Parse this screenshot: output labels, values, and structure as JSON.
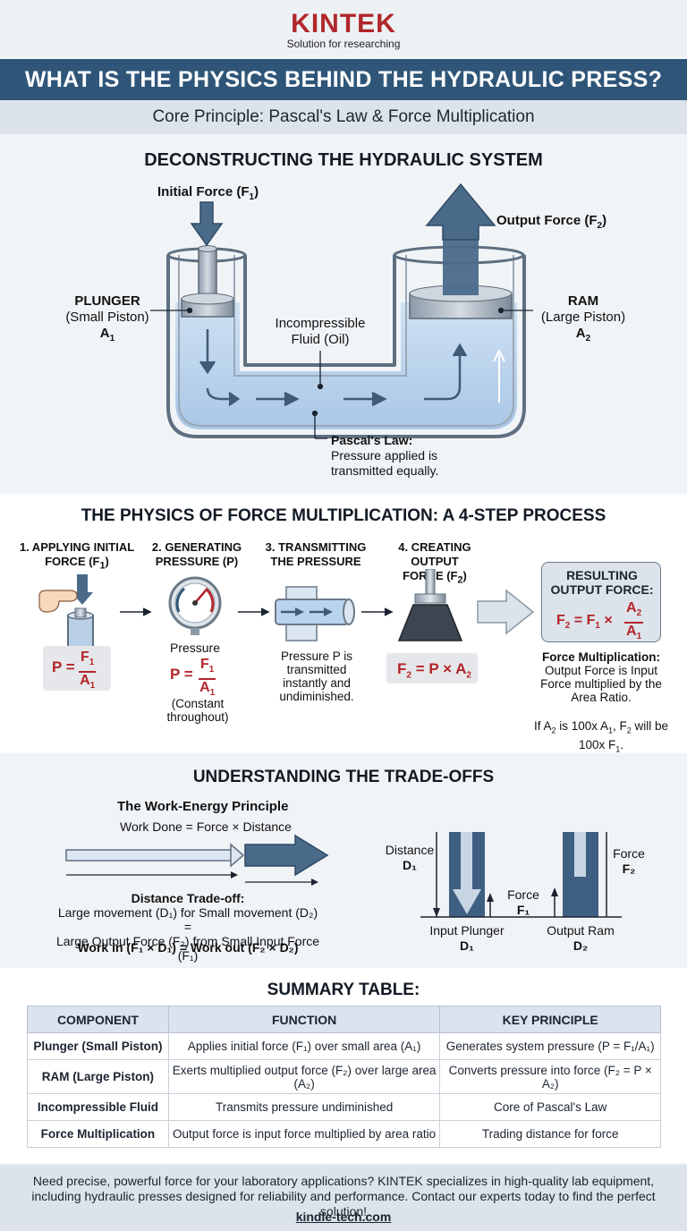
{
  "brand": {
    "logo": "KINTEK",
    "tagline": "Solution for researching"
  },
  "title": "WHAT IS THE PHYSICS BEHIND THE HYDRAULIC PRESS?",
  "subtitle": "Core Principle: Pascal's Law & Force Multiplication",
  "system": {
    "heading": "DECONSTRUCTING THE HYDRAULIC SYSTEM",
    "initial_force": "Initial Force (F",
    "initial_force_sub": "1",
    "output_force": "Output Force (F",
    "output_force_sub": "2",
    "plunger": "PLUNGER",
    "plunger_desc": "(Small Piston)",
    "plunger_area": "A",
    "plunger_area_sub": "1",
    "ram": "RAM",
    "ram_desc": "(Large Piston)",
    "ram_area": "A",
    "ram_area_sub": "2",
    "fluid_line1": "Incompressible",
    "fluid_line2": "Fluid (Oil)",
    "pascal_title": "Pascal's Law:",
    "pascal_line1": "Pressure applied is",
    "pascal_line2": "transmitted equally."
  },
  "process": {
    "heading": "THE PHYSICS OF FORCE MULTIPLICATION: A 4-STEP PROCESS",
    "step1_line1": "1. APPLYING INITIAL",
    "step1_line2": "FORCE (F",
    "step1_sub": "1",
    "step2_line1": "2. GENERATING",
    "step2_line2": "PRESSURE (P)",
    "step3_line1": "3. TRANSMITTING",
    "step3_line2": "THE PRESSURE",
    "step4_line1": "4. CREATING OUTPUT",
    "step4_line2": "FORCE (F",
    "step4_sub": "2",
    "formula1_lhs": "P =",
    "formula1_num": "F",
    "formula1_num_sub": "1",
    "formula1_den": "A",
    "formula1_den_sub": "1",
    "pressure_label": "Pressure",
    "constant_line1": "(Constant",
    "constant_line2": "throughout)",
    "transmit_line1": "Pressure P is",
    "transmit_line2": "transmitted",
    "transmit_line3": "instantly and",
    "transmit_line4": "undiminished.",
    "formula4": "F",
    "formula4_sub": "2",
    "formula4_rest": "= P × A",
    "formula4_rest_sub": "2",
    "result_line1": "RESULTING",
    "result_line2": "OUTPUT FORCE:",
    "result_lhs": "F",
    "result_lhs_sub": "2",
    "result_mid": "= F",
    "result_mid_sub": "1",
    "result_times": "×",
    "result_num": "A",
    "result_num_sub": "2",
    "result_den": "A",
    "result_den_sub": "1",
    "fm_title": "Force Multiplication:",
    "fm_line1": "Output Force is Input",
    "fm_line2": "Force multiplied by the",
    "fm_line3": "Area Ratio.",
    "example_line1_a": "If A",
    "example_line1_b": "2",
    "example_line1_c": " is 100x A",
    "example_line1_d": "1",
    "example_line1_e": ", F",
    "example_line1_f": "2",
    "example_line1_g": " will be",
    "example_line2_a": "100x F",
    "example_line2_b": "1",
    "example_line2_c": "."
  },
  "tradeoffs": {
    "heading": "UNDERSTANDING THE TRADE-OFFS",
    "work_title": "The Work-Energy Principle",
    "work_formula": "Work Done = Force × Distance",
    "dist_title": "Distance Trade-off:",
    "dist_line1": "Large movement (D₁) for Small movement (D₂) =",
    "dist_line2": "Large Output Force (F₂) from Small Input Force (F₁)",
    "work_eq": "Work in (F₁ × D₁) = Work out (F₂ × D₂)",
    "distance_label": "Distance",
    "distance_sub": "D₁",
    "force1_label": "Force",
    "force1_sub": "F₁",
    "force2_label": "Force",
    "force2_sub": "F₂",
    "input_plunger": "Input Plunger",
    "input_plunger_sub": "D₁",
    "output_ram": "Output Ram",
    "output_ram_sub": "D₂"
  },
  "summary": {
    "heading": "SUMMARY TABLE:",
    "headers": [
      "COMPONENT",
      "FUNCTION",
      "KEY PRINCIPLE"
    ],
    "rows": [
      [
        "Plunger (Small Piston)",
        "Applies initial force (F₁) over small area (A₁)",
        "Generates system pressure (P = F₁/A₁)"
      ],
      [
        "RAM (Large Piston)",
        "Exerts multiplied output force (F₂) over large area (A₂)",
        "Converts pressure into force (F₂ = P × A₂)"
      ],
      [
        "Incompressible Fluid",
        "Transmits pressure undiminished",
        "Core of Pascal's Law"
      ],
      [
        "Force Multiplication",
        "Output force is input force multiplied by area ratio",
        "Trading distance for force"
      ]
    ]
  },
  "footer": {
    "text": "Need precise, powerful force for your laboratory applications? KINTEK specializes in high-quality lab equipment, including hydraulic presses designed for reliability and performance. Contact our experts today to find the perfect solution!",
    "link": "kindle-tech.com"
  },
  "colors": {
    "brand_red": "#b0272b",
    "navy": "#2f5679",
    "steel": "#4a6a8a",
    "fluid": "#b9d3ec",
    "formula_red": "#b3252a"
  }
}
